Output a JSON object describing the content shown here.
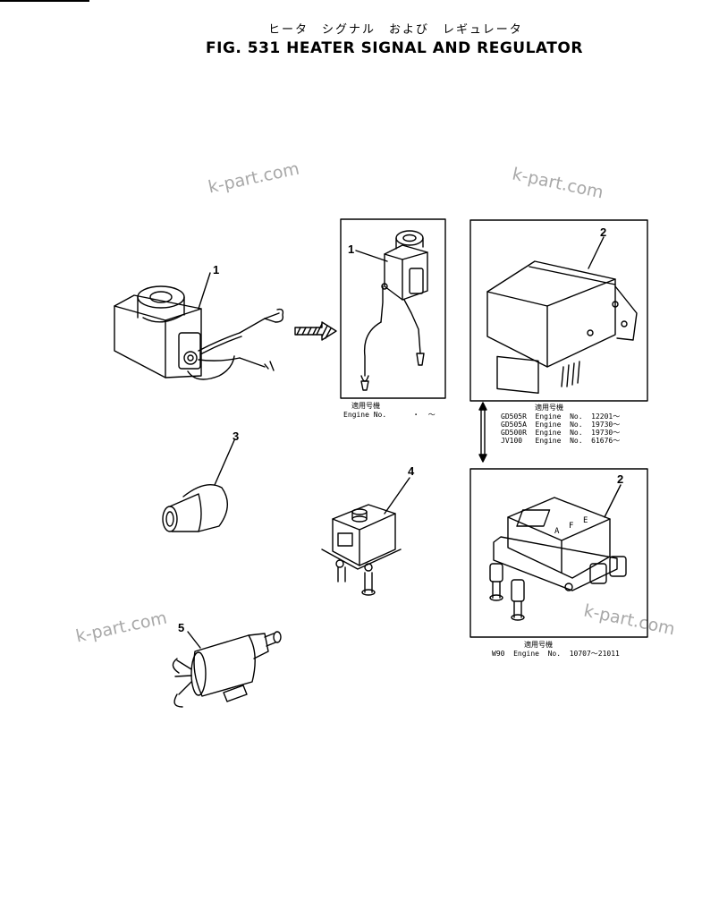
{
  "title": {
    "japanese": "ヒータ　シグナル　および　レギュレータ",
    "english": "FIG. 531  HEATER SIGNAL AND REGULATOR"
  },
  "watermark_text": "k-part.com",
  "callouts": {
    "part1_main": "1",
    "part1_box": "1",
    "part2_top": "2",
    "part2_bottom": "2",
    "part3": "3",
    "part4": "4",
    "part5": "5"
  },
  "box1_note": {
    "header": "適用号機",
    "line1": "Engine No.      ・  〜"
  },
  "box2_note": {
    "header": "適用号機",
    "rows": [
      "GD505R  Engine  No.  12201〜",
      "GD505A  Engine  No.  19730〜",
      "GD500R  Engine  No.  19730〜",
      "JV100   Engine  No.  61676〜"
    ]
  },
  "box3_note": {
    "header": "適用号機",
    "line1": "W90  Engine  No.  10707〜21011"
  },
  "regulator_face_letters": [
    "A",
    "F",
    "E"
  ]
}
